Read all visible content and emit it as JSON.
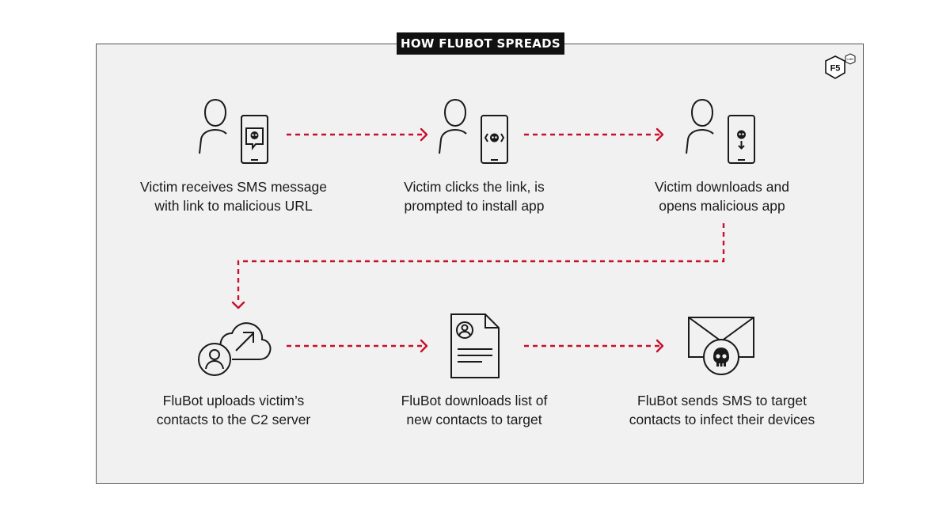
{
  "title": "HOW FLUBOT SPREADS",
  "logo": {
    "text": "F5",
    "sub": "LABS"
  },
  "steps": [
    {
      "line1": "Victim receives SMS message",
      "line2": "with link to malicious URL"
    },
    {
      "line1": "Victim clicks the link, is",
      "line2": "prompted to install app"
    },
    {
      "line1": "Victim downloads and",
      "line2": "opens malicious app"
    },
    {
      "line1": "FluBot uploads victim’s",
      "line2": "contacts to the C2 server"
    },
    {
      "line1": "FluBot downloads list of",
      "line2": "new contacts to target"
    },
    {
      "line1": "FluBot sends SMS to target",
      "line2": "contacts to infect their devices"
    }
  ],
  "colors": {
    "arrow": "#c8102e",
    "panel": "#f1f1f1",
    "tab": "#111111",
    "ink": "#1a1a1a"
  }
}
